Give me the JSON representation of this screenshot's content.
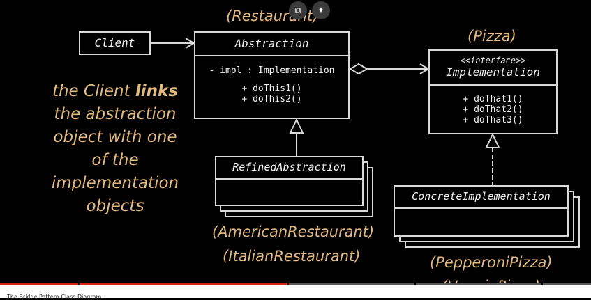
{
  "diagram": {
    "client": "Client",
    "abstraction": {
      "name": "Abstraction",
      "field": "- impl : Implementation",
      "methods": [
        "+ doThis1()",
        "+ doThis2()"
      ]
    },
    "implementation": {
      "stereotype": "<<interface>>",
      "name": "Implementation",
      "methods": [
        "+ doThat1()",
        "+ doThat2()",
        "+ doThat3()"
      ]
    },
    "refined": "RefinedAbstraction",
    "concrete": "ConcreteImplementation",
    "annotations": {
      "restaurant": "(Restaurant)",
      "pizza": "(Pizza)",
      "american": "(AmericanRestaurant)",
      "italian": "(ItalianRestaurant)",
      "pepperoni": "(PepperoniPizza)",
      "veggie": "(VeggiePizza)"
    },
    "caption": {
      "line1_a": "the Client ",
      "line1_b": "links",
      "line2": "the abstraction",
      "line3": "object with one",
      "line4": "of the",
      "line5": "implementation",
      "line6": "objects"
    }
  },
  "player": {
    "progress_fraction": 0.49,
    "video_title": "The Bridge Pattern Class Diagram..."
  }
}
